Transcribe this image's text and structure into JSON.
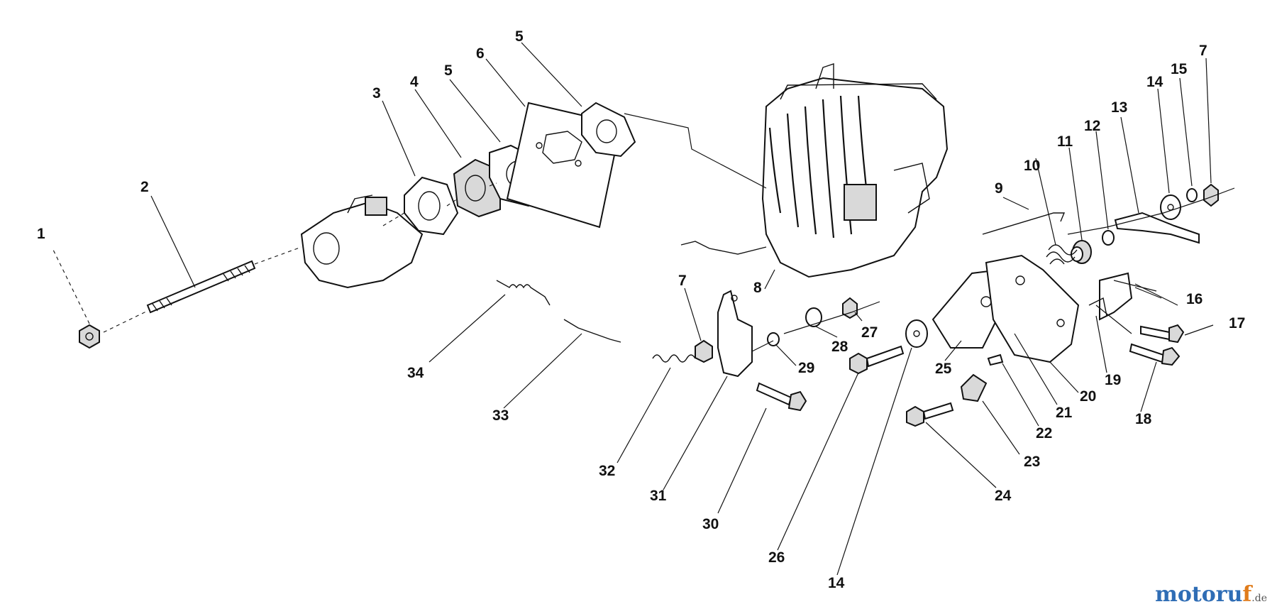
{
  "callouts": [
    "1",
    "2",
    "3",
    "4",
    "5",
    "6",
    "5",
    "7",
    "8",
    "9",
    "10",
    "11",
    "12",
    "13",
    "14",
    "15",
    "7",
    "16",
    "17",
    "18",
    "19",
    "20",
    "21",
    "22",
    "23",
    "24",
    "25",
    "26",
    "14",
    "27",
    "28",
    "29",
    "30",
    "31",
    "32",
    "33",
    "34"
  ],
  "watermark": {
    "main": "motoru",
    "accent": "f",
    "suffix": ".de"
  },
  "colors": {
    "line": "#111111",
    "watermark_main": "#2f6db5",
    "watermark_accent": "#e07b1a",
    "background": "#ffffff"
  }
}
